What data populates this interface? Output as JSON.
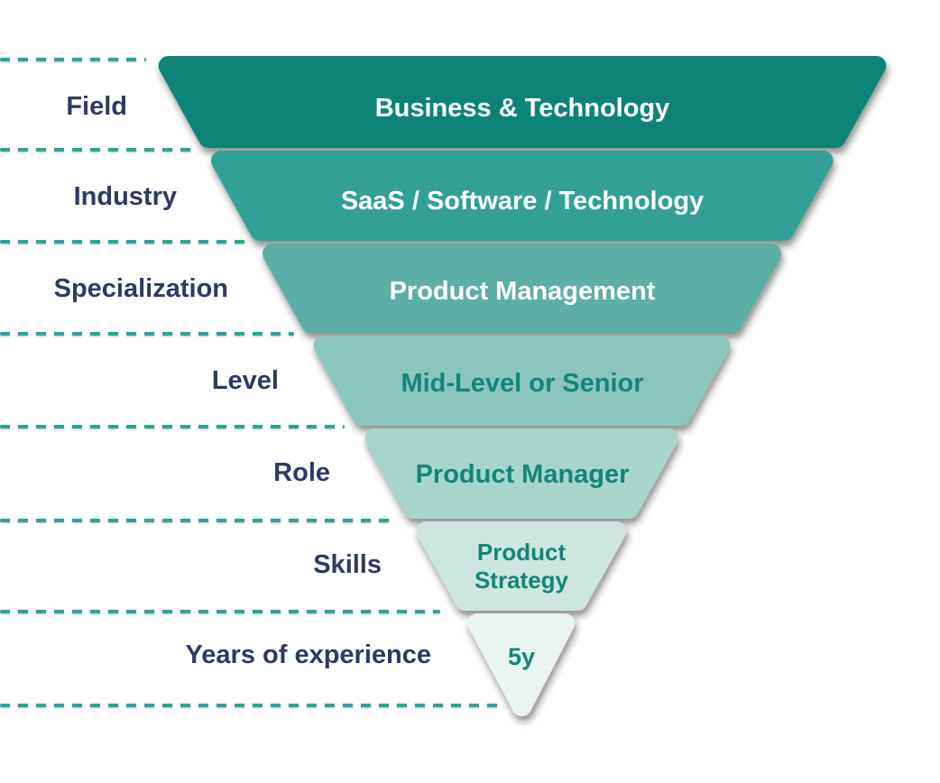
{
  "funnel": {
    "rows": [
      {
        "label": "Field",
        "value": "Business & Technology"
      },
      {
        "label": "Industry",
        "value": "SaaS / Software / Technology"
      },
      {
        "label": "Specialization",
        "value": "Product Management"
      },
      {
        "label": "Level",
        "value": "Mid-Level or Senior"
      },
      {
        "label": "Role",
        "value": "Product Manager"
      },
      {
        "label": "Skills",
        "value": "Product Strategy",
        "value_lines": [
          "Product",
          "Strategy"
        ]
      },
      {
        "label": "Years of experience",
        "value": "5y"
      }
    ],
    "colors": {
      "band_1": "#0A8378",
      "band_2": "#33A096",
      "band_3": "#5BAFA6",
      "band_4": "#8AC6BE",
      "band_5": "#A7D5CC",
      "band_6": "#CDE7E0",
      "band_7": "#E9F4F0",
      "text_light": "#FFFFFF",
      "text_teal": "#128579",
      "label_navy": "#2C3A64",
      "dash_teal": "#2BA49A"
    }
  }
}
